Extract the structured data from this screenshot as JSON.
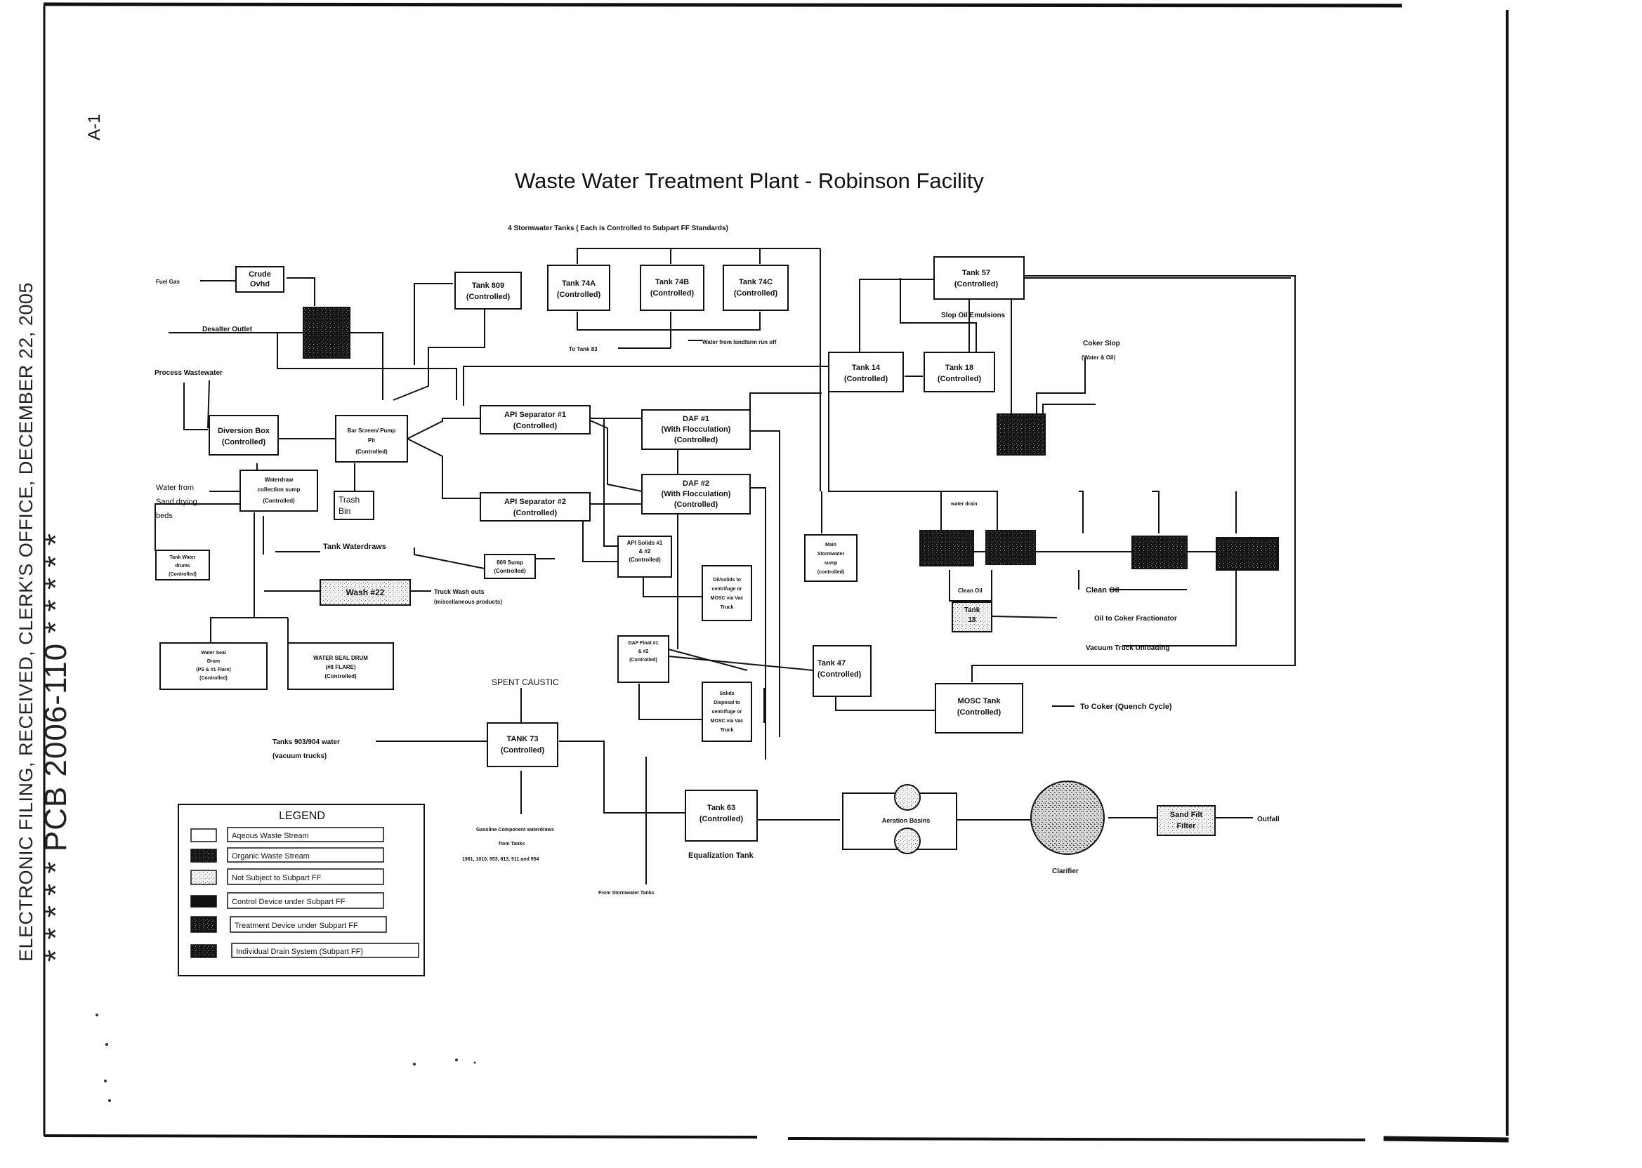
{
  "page": {
    "code": "A-1",
    "stamp_top": "ELECTRONIC FILING, RECEIVED, CLERK'S OFFICE, DECEMBER 22, 2005",
    "stamp_bottom": "* * * * * PCB 2006-110 * * * * *"
  },
  "diagram": {
    "title": "Waste Water Treatment Plant - Robinson Facility",
    "subtitle": "4 Stormwater Tanks ( Each is Controlled to Subpart FF Standards)",
    "nodes": {
      "crude_ovhd": [
        "Crude",
        "Ovhd"
      ],
      "tank_809": [
        "Tank 809",
        "(Controlled)"
      ],
      "tank_74a": [
        "Tank 74A",
        "(Controlled)"
      ],
      "tank_74b": [
        "Tank 74B",
        "(Controlled)"
      ],
      "tank_74c": [
        "Tank 74C",
        "(Controlled)"
      ],
      "tank_57": [
        "Tank 57",
        "(Controlled)"
      ],
      "tank_14": [
        "Tank 14",
        "(Controlled)"
      ],
      "tank_18": [
        "Tank 18",
        "(Controlled)"
      ],
      "diversion_box": [
        "Diversion Box",
        "(Controlled)"
      ],
      "bar_screen": [
        "Bar Screen/ Pump",
        "Pit",
        "(Controlled)"
      ],
      "waterdraw_sump": [
        "Waterdraw",
        "collection sump",
        "(Controlled)"
      ],
      "trash_bin": [
        "Trash",
        "Bin"
      ],
      "api_sep_1": [
        "API Separator #1",
        "(Controlled)"
      ],
      "api_sep_2": [
        "API Separator #2",
        "(Controlled)"
      ],
      "daf_1": [
        "DAF #1",
        "(With Flocculation)",
        "(Controlled)"
      ],
      "daf_2": [
        "DAF #2",
        "(With Flocculation)",
        "(Controlled)"
      ],
      "tank_water_drums": [
        "Tank Water",
        "drums",
        "(Controlled)"
      ],
      "sump_809": [
        "809 Sump",
        "(Controlled)"
      ],
      "api_solids": [
        "API Solids #1",
        "& #2",
        "(Controlled)"
      ],
      "oil_solids_centrifuge": [
        "Oil/solids to",
        "centrifuge or",
        "MOSC via Vac",
        "Truck"
      ],
      "main_stormwater_sump": [
        "Main",
        "Stormwater",
        "sump",
        "(controlled)"
      ],
      "wash_pad": [
        "Wash #22"
      ],
      "water_seal_drum_1": [
        "Water Seal",
        "Drum",
        "(PS & #1 Flare)",
        "(Controlled)"
      ],
      "water_seal_drum_2": [
        "WATER SEAL DRUM",
        "(#8 FLARE)",
        "(Controlled)"
      ],
      "daf_float": [
        "DAF Float #1",
        "& #2",
        "(Controlled)"
      ],
      "solids_disposal": [
        "Solids",
        "Disposal to",
        "centrifuge or",
        "MOSC via Vac",
        "Truck"
      ],
      "tank_47": [
        "Tank 47",
        "(Controlled)"
      ],
      "mosc_tank": [
        "MOSC Tank",
        "(Controlled)"
      ],
      "tank_73": [
        "TANK 73",
        "(Controlled)"
      ],
      "tank_63": [
        "Tank 63",
        "(Controlled)"
      ],
      "tank_18_small": [
        "Tank",
        "18"
      ],
      "aeration_basins": [
        "Aeration Basins"
      ],
      "sand_filter": [
        "Sand Filt",
        "Filter"
      ]
    },
    "labels": {
      "fuel_gas": "Fuel Gas",
      "desalter_outlet": "Desalter Outlet",
      "process_wastewater": "Process Wastewater",
      "water_from_sand": [
        "Water from",
        "Sand drying",
        "beds"
      ],
      "tank_waterdraws": "Tank Waterdraws",
      "truck_wash_outs": [
        "Truck Wash outs",
        "(miscellaneous products)"
      ],
      "to_tank_83": "To Tank 83",
      "water_from_landfarm": "Water from landfarm run off",
      "slop_oil_emulsions": "Slop Oil Emulsions",
      "coker_slop": [
        "Coker Slop",
        "(Water & Oil)"
      ],
      "water_drain": "water drain",
      "clean_oil_1": "Clean Oil",
      "clean_oil_2": "Clean Oil",
      "oil_to_coker": "Oil to Coker Fractionator",
      "vacuum_truck": "Vacuum Truck Unloading",
      "to_coker_quench": "To Coker (Quench Cycle)",
      "spent_caustic": "SPENT CAUSTIC",
      "tanks_903_904": [
        "Tanks 903/904 water",
        "(vacuum trucks)"
      ],
      "gasoline_component": [
        "Gasoline Component waterdraws",
        "from Tanks",
        "1961, 1010, 953, 813, 911 and 954"
      ],
      "from_stormwater": "From Stormwater Tanks",
      "equalization_tank": "Equalization Tank",
      "clarifier": "Clarifier",
      "outfall": "Outfall"
    },
    "legend": {
      "title": "LEGEND",
      "items": [
        {
          "label": "Aqeous Waste Stream",
          "pattern": "white"
        },
        {
          "label": "Organic Waste Stream",
          "pattern": "dark-speckle"
        },
        {
          "label": "Not Subject to Subpart FF",
          "pattern": "light-speckle"
        },
        {
          "label": "Control Device under Subpart FF",
          "pattern": "black"
        },
        {
          "label": "Treatment Device under Subpart FF",
          "pattern": "dark-speckle"
        },
        {
          "label": "Individual Drain System (Subpart FF)",
          "pattern": "dark-speckle"
        }
      ]
    }
  }
}
